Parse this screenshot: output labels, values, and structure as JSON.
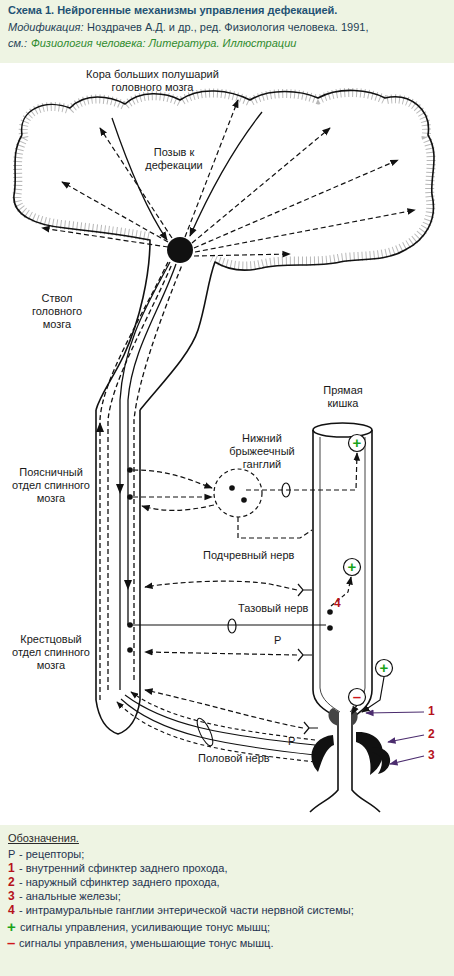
{
  "diagram": {
    "title": "Схема 1. Нейрогенные механизмы управления дефекацией.",
    "labels": [
      "Модификация:",
      "Ноздрачев А.Д. и др., ред. Физиология человека. 1991,",
      "см.:",
      "Физиология человека: Литература. Иллюстрации",
      "Кора больших полушарий головного мозга",
      "Позыв к дефекации",
      "Ствол головного мозга",
      "Прямая кишка",
      "Нижний брыжеечный ганглий",
      "Поясничный отдел спинного мозга",
      "Подчревный нерв",
      "+",
      "+",
      "Р",
      "4",
      "Тазовый нерв",
      "Крестцовый отдел спинного мозга",
      "+",
      "–",
      "Р",
      "1",
      "2",
      "3",
      "Половой нерв",
      "Обозначения.",
      "Р",
      "1",
      "2",
      "3",
      "4",
      "+",
      "–"
    ],
    "legend": [
      {
        "text": "- рецепторы;"
      },
      {
        "text": "- внутренний сфинктер заднего прохода,"
      },
      {
        "text": "- наружный сфинктер заднего прохода,"
      },
      {
        "text": "- анальные железы;"
      },
      {
        "text": "- интрамуральные ганглии энтерической части нервной системы;"
      },
      {
        "text": "сигналы управления, усиливающие тонус мышц;"
      },
      {
        "text": "сигналы управления, уменьшающие тонус мышц."
      }
    ]
  }
}
